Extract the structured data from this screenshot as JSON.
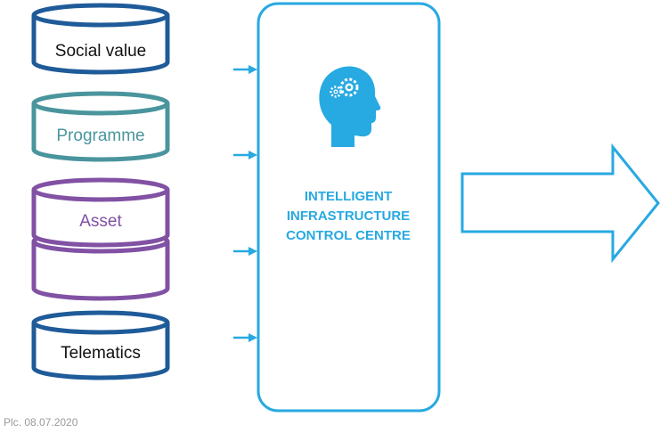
{
  "data_stores": [
    {
      "label": "Social value",
      "color": "#1f5b99"
    },
    {
      "label": "Programme",
      "color": "#4a959d"
    },
    {
      "label": "Asset",
      "color": "#8151a4"
    },
    {
      "label": "Telematics",
      "color": "#1f5b99"
    }
  ],
  "control_centre": {
    "lines": [
      "INTELLIGENT",
      "INFRASTRUCTURE",
      "CONTROL CENTRE"
    ],
    "color": "#27a9e1"
  },
  "footer": {
    "text": "Plc. 08.07.2020"
  }
}
